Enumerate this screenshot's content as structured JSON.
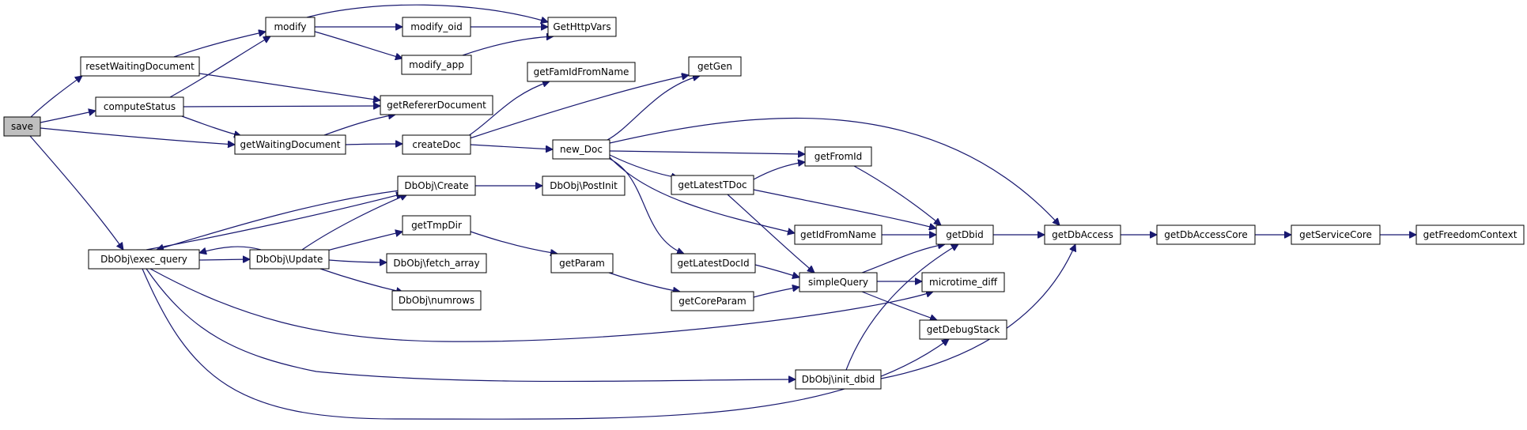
{
  "colors": {
    "edge": "#191970",
    "node_fill": "#ffffff",
    "node_border": "#000000",
    "highlight_fill": "#bfbfbf"
  },
  "nodes": [
    {
      "id": "save",
      "label": "save",
      "highlight": true
    },
    {
      "id": "resetWaitingDocument",
      "label": "resetWaitingDocument"
    },
    {
      "id": "computeStatus",
      "label": "computeStatus"
    },
    {
      "id": "getWaitingDocument",
      "label": "getWaitingDocument"
    },
    {
      "id": "exec_query",
      "label": "DbObj\\exec_query"
    },
    {
      "id": "modify",
      "label": "modify"
    },
    {
      "id": "getRefererDocument",
      "label": "getRefererDocument"
    },
    {
      "id": "modify_oid",
      "label": "modify_oid"
    },
    {
      "id": "modify_app",
      "label": "modify_app"
    },
    {
      "id": "GetHttpVars",
      "label": "GetHttpVars"
    },
    {
      "id": "createDoc",
      "label": "createDoc"
    },
    {
      "id": "getFamIdFromName",
      "label": "getFamIdFromName"
    },
    {
      "id": "getGen",
      "label": "getGen"
    },
    {
      "id": "new_Doc",
      "label": "new_Doc"
    },
    {
      "id": "Create",
      "label": "DbObj\\Create"
    },
    {
      "id": "PostInit",
      "label": "DbObj\\PostInit"
    },
    {
      "id": "Update",
      "label": "DbObj\\Update"
    },
    {
      "id": "getTmpDir",
      "label": "getTmpDir"
    },
    {
      "id": "fetch_array",
      "label": "DbObj\\fetch_array"
    },
    {
      "id": "numrows",
      "label": "DbObj\\numrows"
    },
    {
      "id": "getParam",
      "label": "getParam"
    },
    {
      "id": "getCoreParam",
      "label": "getCoreParam"
    },
    {
      "id": "getLatestTDoc",
      "label": "getLatestTDoc"
    },
    {
      "id": "getLatestDocId",
      "label": "getLatestDocId"
    },
    {
      "id": "getFromId",
      "label": "getFromId"
    },
    {
      "id": "getIdFromName",
      "label": "getIdFromName"
    },
    {
      "id": "simpleQuery",
      "label": "simpleQuery"
    },
    {
      "id": "getDbid",
      "label": "getDbid"
    },
    {
      "id": "microtime_diff",
      "label": "microtime_diff"
    },
    {
      "id": "getDebugStack",
      "label": "getDebugStack"
    },
    {
      "id": "init_dbid",
      "label": "DbObj\\init_dbid"
    },
    {
      "id": "getDbAccess",
      "label": "getDbAccess"
    },
    {
      "id": "getDbAccessCore",
      "label": "getDbAccessCore"
    },
    {
      "id": "getServiceCore",
      "label": "getServiceCore"
    },
    {
      "id": "getFreedomContext",
      "label": "getFreedomContext"
    }
  ],
  "edges": [
    {
      "from": "save",
      "to": "resetWaitingDocument"
    },
    {
      "from": "save",
      "to": "computeStatus"
    },
    {
      "from": "save",
      "to": "getWaitingDocument"
    },
    {
      "from": "save",
      "to": "exec_query"
    },
    {
      "from": "resetWaitingDocument",
      "to": "modify"
    },
    {
      "from": "resetWaitingDocument",
      "to": "getRefererDocument"
    },
    {
      "from": "computeStatus",
      "to": "modify"
    },
    {
      "from": "computeStatus",
      "to": "getRefererDocument"
    },
    {
      "from": "computeStatus",
      "to": "getWaitingDocument"
    },
    {
      "from": "modify",
      "to": "GetHttpVars"
    },
    {
      "from": "modify",
      "to": "modify_oid"
    },
    {
      "from": "modify",
      "to": "modify_app"
    },
    {
      "from": "modify_oid",
      "to": "GetHttpVars"
    },
    {
      "from": "modify_app",
      "to": "GetHttpVars"
    },
    {
      "from": "getWaitingDocument",
      "to": "getRefererDocument"
    },
    {
      "from": "getWaitingDocument",
      "to": "createDoc"
    },
    {
      "from": "createDoc",
      "to": "getFamIdFromName"
    },
    {
      "from": "createDoc",
      "to": "getGen"
    },
    {
      "from": "createDoc",
      "to": "new_Doc"
    },
    {
      "from": "new_Doc",
      "to": "getGen"
    },
    {
      "from": "new_Doc",
      "to": "getDbAccess"
    },
    {
      "from": "new_Doc",
      "to": "getFromId"
    },
    {
      "from": "new_Doc",
      "to": "getLatestTDoc"
    },
    {
      "from": "new_Doc",
      "to": "getIdFromName"
    },
    {
      "from": "new_Doc",
      "to": "getLatestDocId"
    },
    {
      "from": "getLatestTDoc",
      "to": "getFromId"
    },
    {
      "from": "getLatestTDoc",
      "to": "getDbid"
    },
    {
      "from": "getLatestTDoc",
      "to": "simpleQuery"
    },
    {
      "from": "getFromId",
      "to": "getDbid"
    },
    {
      "from": "getIdFromName",
      "to": "getDbid"
    },
    {
      "from": "getLatestDocId",
      "to": "simpleQuery"
    },
    {
      "from": "getCoreParam",
      "to": "simpleQuery"
    },
    {
      "from": "simpleQuery",
      "to": "getDbid"
    },
    {
      "from": "simpleQuery",
      "to": "microtime_diff"
    },
    {
      "from": "simpleQuery",
      "to": "getDebugStack"
    },
    {
      "from": "getDbid",
      "to": "getDbAccess"
    },
    {
      "from": "getDbAccess",
      "to": "getDbAccessCore"
    },
    {
      "from": "getDbAccessCore",
      "to": "getServiceCore"
    },
    {
      "from": "getServiceCore",
      "to": "getFreedomContext"
    },
    {
      "from": "exec_query",
      "to": "Create"
    },
    {
      "from": "Create",
      "to": "exec_query"
    },
    {
      "from": "Create",
      "to": "PostInit"
    },
    {
      "from": "exec_query",
      "to": "Update"
    },
    {
      "from": "Update",
      "to": "exec_query"
    },
    {
      "from": "Update",
      "to": "Create"
    },
    {
      "from": "Update",
      "to": "getTmpDir"
    },
    {
      "from": "Update",
      "to": "fetch_array"
    },
    {
      "from": "Update",
      "to": "numrows"
    },
    {
      "from": "getTmpDir",
      "to": "getParam"
    },
    {
      "from": "getParam",
      "to": "getCoreParam"
    },
    {
      "from": "exec_query",
      "to": "microtime_diff"
    },
    {
      "from": "exec_query",
      "to": "init_dbid"
    },
    {
      "from": "exec_query",
      "to": "getDebugStack"
    },
    {
      "from": "init_dbid",
      "to": "getDbid"
    },
    {
      "from": "init_dbid",
      "to": "getDbAccess"
    }
  ]
}
